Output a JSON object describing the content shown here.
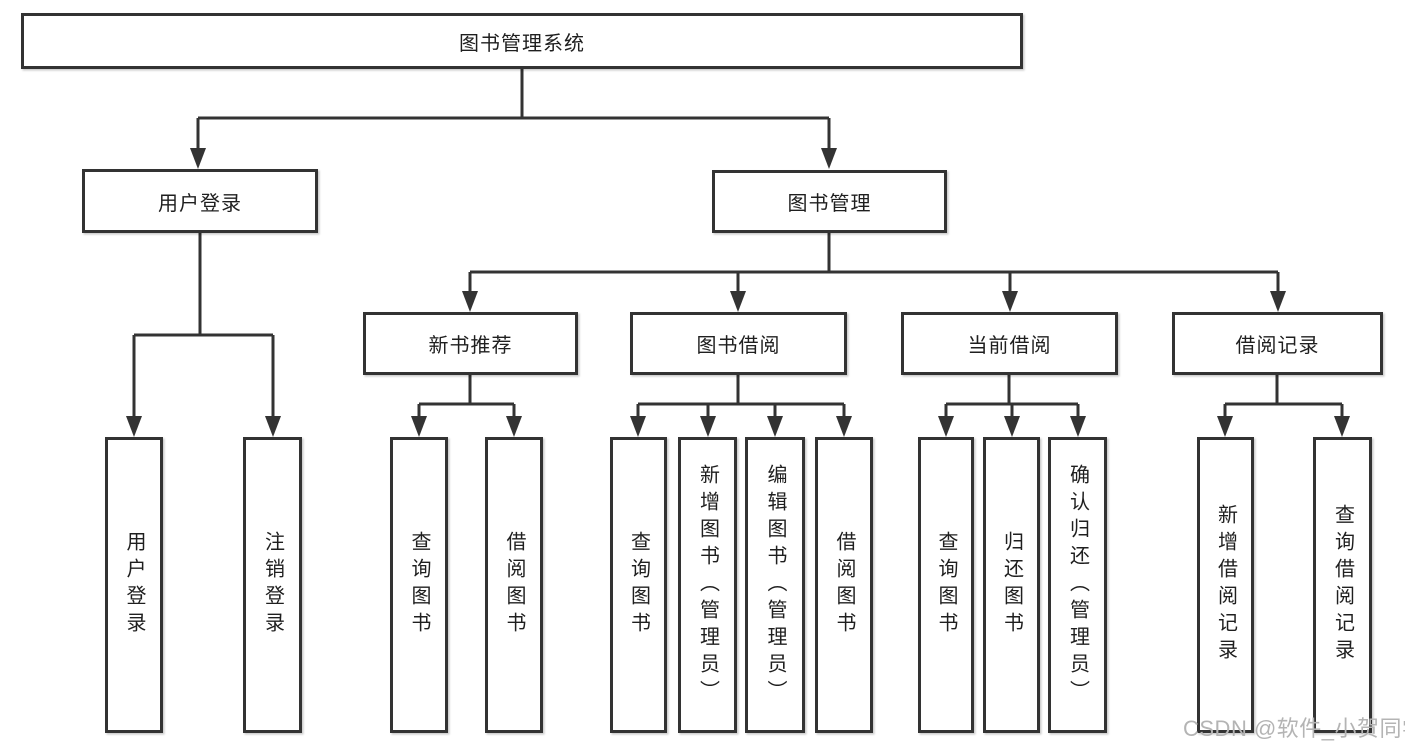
{
  "root": {
    "label": "图书管理系统"
  },
  "login": {
    "label": "用户登录",
    "children": [
      "用户登录",
      "注销登录"
    ]
  },
  "mgmt": {
    "label": "图书管理"
  },
  "sections": [
    {
      "label": "新书推荐",
      "children": [
        "查询图书",
        "借阅图书"
      ]
    },
    {
      "label": "图书借阅",
      "children": [
        "查询图书",
        "新增图书（管理员）",
        "编辑图书（管理员）",
        "借阅图书"
      ]
    },
    {
      "label": "当前借阅",
      "children": [
        "查询图书",
        "归还图书",
        "确认归还（管理员）"
      ]
    },
    {
      "label": "借阅记录",
      "children": [
        "新增借阅记录",
        "查询借阅记录"
      ]
    }
  ],
  "watermark": "CSDN @软件_小贺同学",
  "colors": {
    "line": "#333333",
    "text": "#1f1f1f",
    "watermark": "#b4b4b4",
    "background": "#ffffff"
  }
}
